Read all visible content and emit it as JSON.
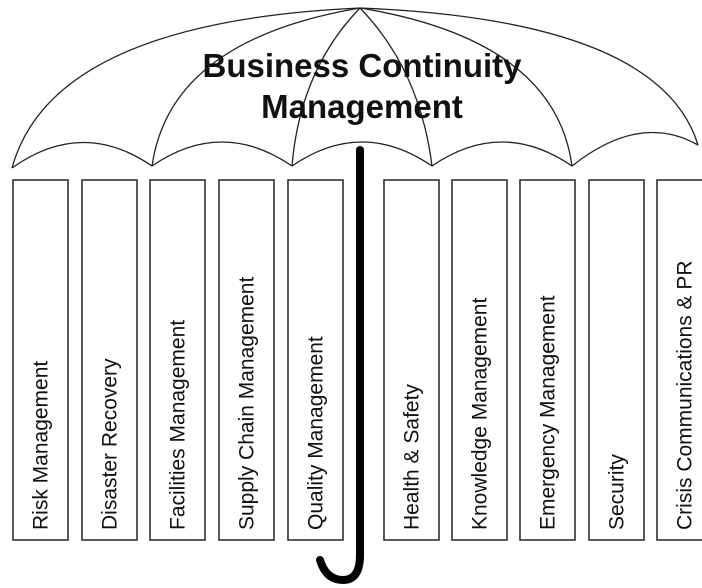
{
  "title": {
    "line1": "Business Continuity",
    "line2": "Management"
  },
  "pillars": [
    "Risk Management",
    "Disaster Recovery",
    "Facilities Management",
    "Supply Chain Management",
    "Quality Management",
    "Health & Safety",
    "Knowledge Management",
    "Emergency Management",
    "Security",
    "Crisis Communications & PR"
  ],
  "colors": {
    "line": "#222222",
    "background": "#ffffff",
    "handle": "#000000"
  },
  "icons": {
    "handle": "umbrella-handle-icon",
    "canopy": "umbrella-canopy-icon"
  }
}
